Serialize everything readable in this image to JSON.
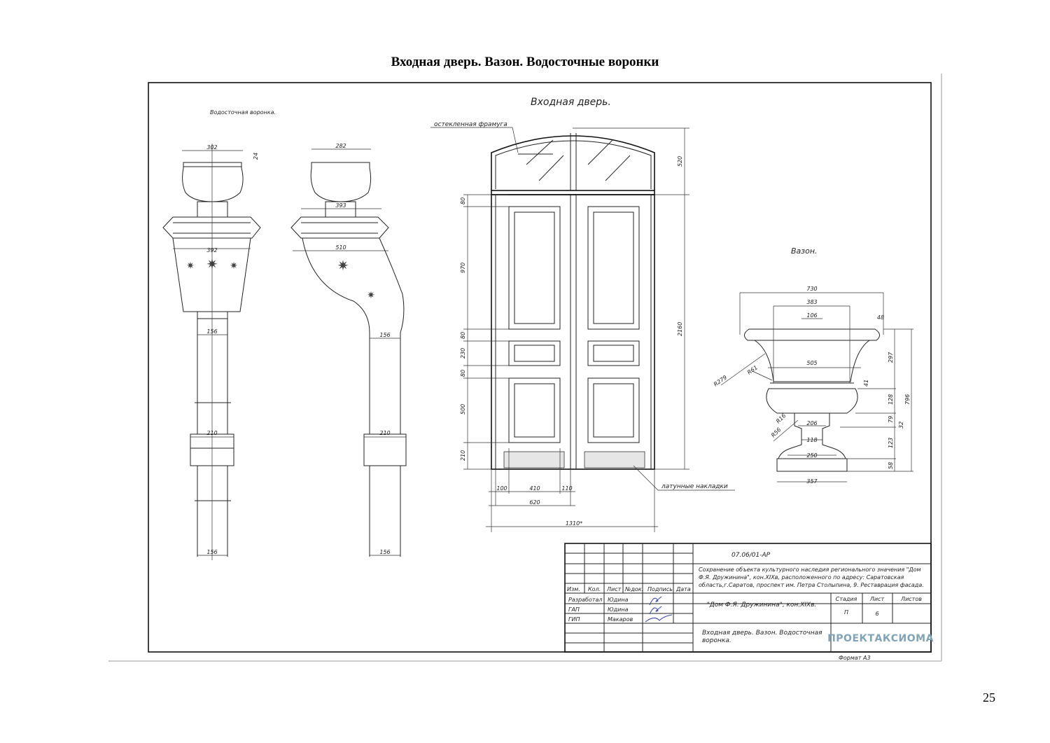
{
  "page": {
    "title": "Входная дверь. Вазон. Водосточные воронки",
    "number": "25"
  },
  "drawing": {
    "downpipe_label": "Водосточная воронка.",
    "door_label": "Входная дверь.",
    "vase_label": "Вазон.",
    "transom_callout": "остекленная фрамуга",
    "brass_callout": "латунные накладки",
    "downpipe_front_dims": [
      "302",
      "24",
      "392",
      "156",
      "210",
      "156"
    ],
    "downpipe_side_dims": [
      "282",
      "393",
      "510",
      "156",
      "210",
      "156"
    ],
    "door_vertical_dims": [
      "80",
      "970",
      "80",
      "230",
      "80",
      "500",
      "210"
    ],
    "door_right_dims": [
      "520",
      "2160"
    ],
    "door_bottom_dims": [
      "100",
      "410",
      "110",
      "620",
      "1310*"
    ],
    "vase_dims": {
      "widths": [
        "730",
        "383",
        "106",
        "48",
        "505",
        "206",
        "118",
        "250",
        "357"
      ],
      "radii": [
        "R279",
        "R61",
        "R16",
        "R56"
      ],
      "heights": [
        "297",
        "41",
        "128",
        "79",
        "32",
        "123",
        "58",
        "796"
      ]
    }
  },
  "title_block": {
    "code": "07.06/01-АР",
    "project": "Сохранение объекта культурного наследия регионального значения \"Дом Ф.Я. Дружинина\", кон.XIXв, расположенного по адресу: Саратовская область,г.Саратов, проспект им. Петра Столыпина, 9. Реставрация фасада.",
    "project_lines": [
      "Сохранение объекта культурного наследия регионального значения \"Дом",
      "Ф.Я. Дружинина\", кон.XIXв, расположенного по адресу: Саратовская",
      "область,г.Саратов, проспект им. Петра Столыпина, 9. Реставрация фасада."
    ],
    "headers": [
      "Изм.",
      "Кол.",
      "Лист",
      "№док.",
      "Подпись",
      "Дата"
    ],
    "roles": [
      {
        "role": "Разработал",
        "name": "Юдина"
      },
      {
        "role": "ГАП",
        "name": "Юдина"
      },
      {
        "role": "ГИП",
        "name": "Макаров"
      }
    ],
    "object": "\"Дом Ф.Я. Дружинина\", кон.XIXв.",
    "stage_header": "Стадия",
    "sheet_header": "Лист",
    "sheets_header": "Листов",
    "stage": "П",
    "sheet": "6",
    "sheet_title_lines": [
      "Входная дверь. Вазон. Водосточная",
      "воронка."
    ],
    "company_logo": "ПРОЕКТАКСИОМА",
    "format": "Формат А3"
  }
}
